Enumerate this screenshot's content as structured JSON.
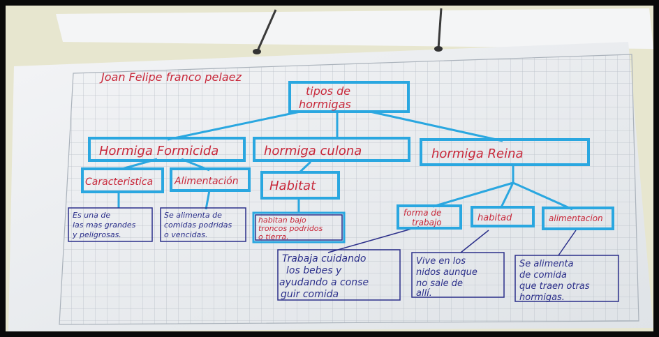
{
  "photo": {
    "author_line": "Joan Felipe franco pelaez",
    "root": {
      "line1": "tipos de",
      "line2": "hormigas"
    },
    "level1": [
      {
        "label": "Hormiga Formicida"
      },
      {
        "label": "hormiga culona"
      },
      {
        "label": "hormiga Reina"
      }
    ],
    "level2": [
      {
        "label": "Caracteristica"
      },
      {
        "label": "Alimentación"
      },
      {
        "label": "Habitat"
      }
    ],
    "reina_children": [
      {
        "label": "forma de",
        "label2": "trabajo"
      },
      {
        "label": "habitad"
      },
      {
        "label": "alimentacion"
      }
    ],
    "notes": {
      "caracteristica": [
        "Es una de",
        "las mas grandes",
        "y peligrosas."
      ],
      "alimentacion": [
        "Se alimenta de",
        "comidas podridas",
        "o vencidas."
      ],
      "habitat": [
        "habitan bajo",
        "troncos podridos",
        "o tierra."
      ],
      "trabajo": [
        "Trabaja cuidando",
        "los bebes y",
        "ayudando a conse",
        "guir comida"
      ],
      "habitad": [
        "Vive en los",
        "nidos aunque",
        "no sale de",
        "allí."
      ],
      "alimentacion_reina": [
        "Se alimenta",
        "de comida",
        "que traen otras",
        "hormigas."
      ]
    },
    "colors": {
      "ink_blue": "#2aa7e0",
      "ink_red": "#c8283a",
      "ink_navy": "#2b2f8a",
      "paper": "#e9ecef",
      "grid": "#b9c0c8"
    }
  }
}
